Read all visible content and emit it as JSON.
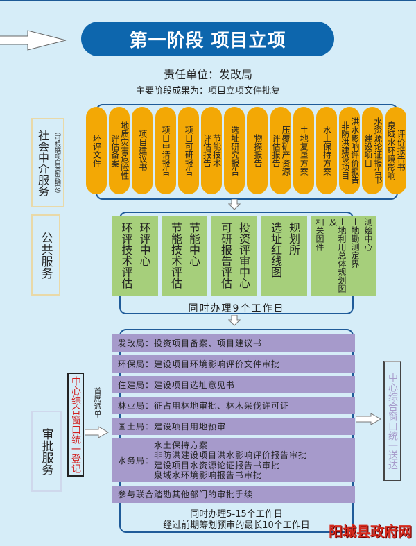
{
  "header": {
    "title": "第一阶段  项目立项",
    "responsible": "责任单位：发改局",
    "result": "主要阶段成果为：项目立项文件批复"
  },
  "social": {
    "label": "社会中介服务",
    "note": "（可根据项目类型确定）",
    "items": [
      {
        "cols": [
          "环评文件"
        ]
      },
      {
        "cols": [
          "地质灾害危险性",
          "评估备案"
        ]
      },
      {
        "cols": [
          "项目建议书"
        ]
      },
      {
        "cols": [
          "项目申请报告"
        ]
      },
      {
        "cols": [
          "项目可研报告"
        ]
      },
      {
        "cols": [
          "节能技术",
          "评估报告"
        ]
      },
      {
        "cols": [
          "选址研究报告"
        ]
      },
      {
        "cols": [
          "物探报告"
        ]
      },
      {
        "cols": [
          "压覆矿产资源",
          "评估报告"
        ]
      },
      {
        "cols": [
          "土地复垦方案"
        ]
      },
      {
        "cols": [
          "水土保持方案"
        ]
      },
      {
        "cols": [
          "洪水影响评价报告",
          "非防洪建设项目"
        ]
      },
      {
        "cols": [
          "水资源论证报告书",
          "建设项目"
        ]
      },
      {
        "cols": [
          "评价报告书",
          "泉域水环境影响"
        ]
      }
    ]
  },
  "public": {
    "label": "公共服务",
    "items": [
      {
        "cols": [
          "环评中心",
          "环评技术评估"
        ]
      },
      {
        "cols": [
          "节能中心",
          "节能技术评估"
        ]
      },
      {
        "cols": [
          "投资评审中心",
          "可研报告评估"
        ]
      },
      {
        "cols": [
          "规划所",
          "选址红线图"
        ]
      },
      {
        "cols": [
          "测绘中心",
          "土地勘测定界",
          "土地利用总体规划图及",
          "相关图件"
        ]
      }
    ],
    "duration": "同时办理9个工作日"
  },
  "approval": {
    "label": "审批服务",
    "register": "中心综合窗口统一登记",
    "dispatch": "首席派单",
    "items": [
      "发改局：投资项目备案、项目建议书",
      "环保局：建设项目环境影响评价文件审批",
      "住建局：建设项目选址意见书",
      "林业局：征占用林地审批、林木采伐许可证",
      "国土局：建设项目用地预审"
    ],
    "water": {
      "dept": "水务局：",
      "lines": [
        "水土保持方案",
        "非防洪建设项目洪水影响评价报告审批",
        "建设项目水资源论证报告书审批",
        "泉域水环境影响报告书审批"
      ]
    },
    "joint": "参与联合踏勘其他部门的审批手续",
    "duration1": "同时办理5-15个工作日",
    "duration2": "经过前期筹划预审的最长10个工作日",
    "deliver": "中心综合窗口统一送达"
  },
  "watermark": "阳城县政府网"
}
